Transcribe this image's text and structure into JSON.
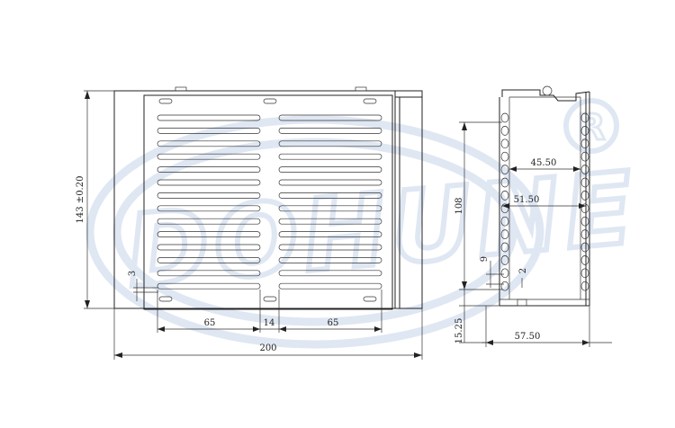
{
  "watermark": {
    "brand": "DOHUNE",
    "registered_mark": "R"
  },
  "front_view": {
    "dimensions": {
      "height_tolerance": "143 ±0.20",
      "slot_height": "3",
      "left_column_width": "65",
      "center_gap": "14",
      "right_column_width": "65",
      "overall_width": "200"
    },
    "slot_rows": 14
  },
  "side_view": {
    "dimensions": {
      "inner_width_top": "45.50",
      "inner_width_mid": "51.50",
      "height": "108",
      "gap_small": "9",
      "gap_right": "2",
      "bottom_offset": "15.25",
      "overall_depth": "57.50"
    },
    "coil_turns": 14
  },
  "colors": {
    "line": "#222222",
    "watermark": "#dfe7f3"
  }
}
